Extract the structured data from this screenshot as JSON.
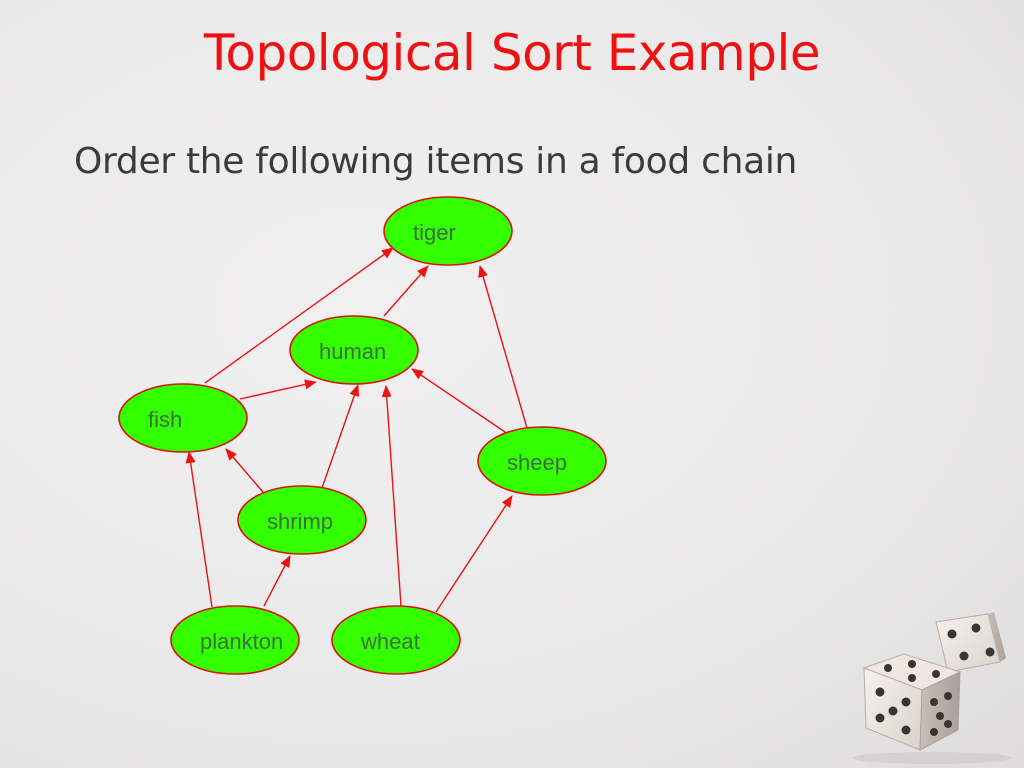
{
  "slide": {
    "title": "Topological Sort Example",
    "subtitle": "Order the following items in a food chain"
  },
  "diagram": {
    "node_fill": "#33ff00",
    "node_stroke": "#dd1111",
    "edge_color": "#ee1111",
    "label_color": "#3d6e3d",
    "nodes": [
      {
        "id": "tiger",
        "label": "tiger"
      },
      {
        "id": "human",
        "label": "human"
      },
      {
        "id": "fish",
        "label": "fish"
      },
      {
        "id": "sheep",
        "label": "sheep"
      },
      {
        "id": "shrimp",
        "label": "shrimp"
      },
      {
        "id": "plankton",
        "label": "plankton"
      },
      {
        "id": "wheat",
        "label": "wheat"
      }
    ],
    "edges": [
      {
        "from": "fish",
        "to": "tiger"
      },
      {
        "from": "human",
        "to": "tiger"
      },
      {
        "from": "sheep",
        "to": "tiger"
      },
      {
        "from": "fish",
        "to": "human"
      },
      {
        "from": "shrimp",
        "to": "human"
      },
      {
        "from": "wheat",
        "to": "human"
      },
      {
        "from": "sheep",
        "to": "human"
      },
      {
        "from": "shrimp",
        "to": "fish"
      },
      {
        "from": "plankton",
        "to": "fish"
      },
      {
        "from": "plankton",
        "to": "shrimp"
      },
      {
        "from": "wheat",
        "to": "sheep"
      }
    ]
  },
  "decoration": {
    "image": "dice-image"
  }
}
